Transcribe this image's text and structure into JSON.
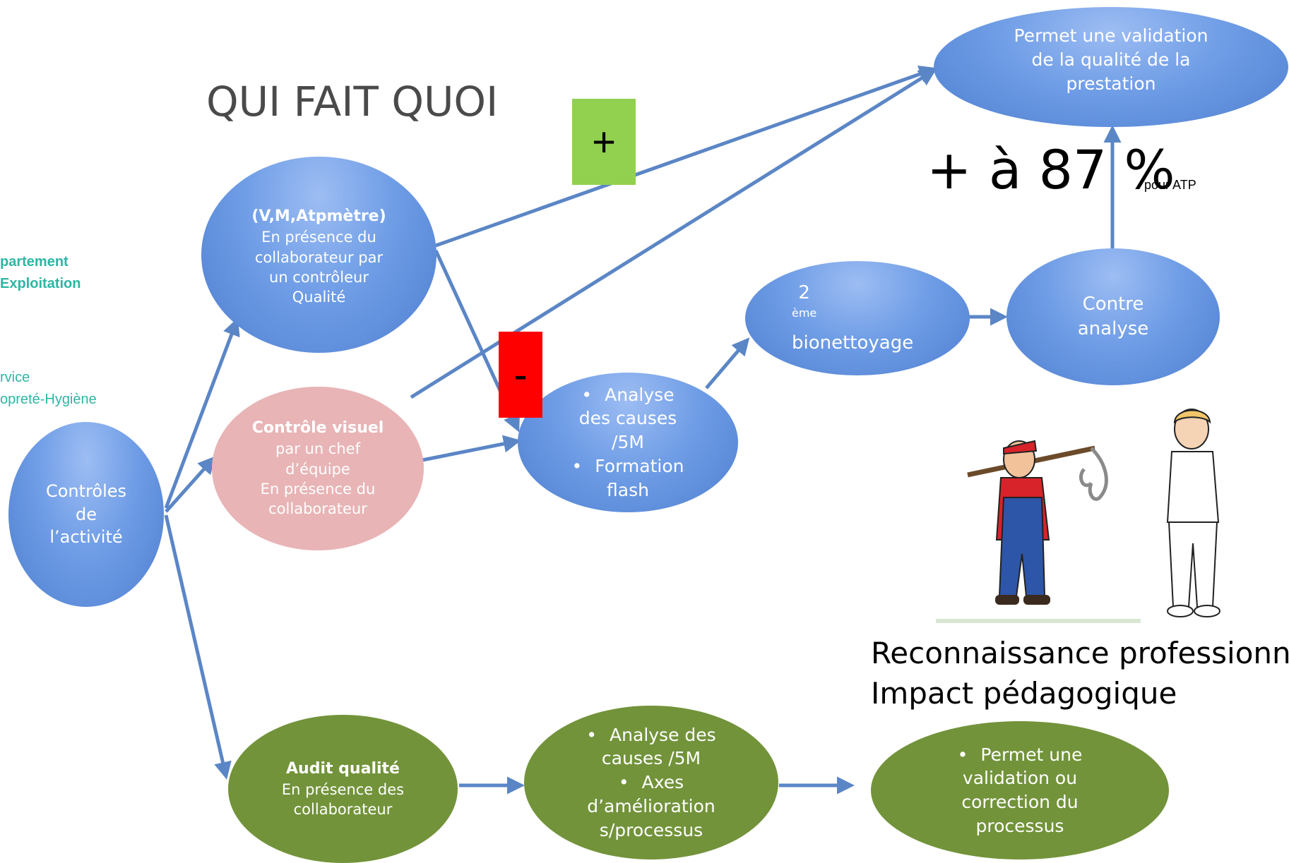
{
  "title": "QUI FAIT QUOI",
  "side_labels": {
    "departement": [
      "partement",
      "Exploitation"
    ],
    "service": [
      "rvice",
      "opreté-Hygiène"
    ]
  },
  "nodes": {
    "root": [
      "Contrôles",
      "de",
      "l’activité"
    ],
    "top_control": {
      "heading": "(V,M,Atpmètre)",
      "lines": [
        "En présence du",
        "collaborateur par",
        "un contrôleur",
        "Qualité"
      ]
    },
    "visual_control": {
      "heading": "Contrôle visuel",
      "lines": [
        "par un chef",
        "d’équipe",
        "En présence du",
        "collaborateur"
      ]
    },
    "causes_analysis": {
      "bullets": [
        [
          "Analyse",
          "des causes",
          "/5M"
        ],
        [
          "Formation",
          "flash"
        ]
      ]
    },
    "second_cleaning": {
      "exponent_base": "2",
      "exponent": "ème",
      "line": "bionettoyage"
    },
    "counter_analysis": [
      "Contre",
      "analyse"
    ],
    "validation": [
      "Permet une validation",
      "de la qualité de la",
      "prestation"
    ],
    "audit": {
      "heading": "Audit qualité",
      "lines": [
        "En présence des",
        "collaborateur"
      ]
    },
    "audit_analysis": {
      "bullets": [
        [
          "Analyse des",
          "causes /5M"
        ],
        [
          "Axes",
          "d’amélioration",
          "s/processus"
        ]
      ]
    },
    "audit_validation": {
      "bullets": [
        [
          "Permet une",
          "validation ou",
          "correction du",
          "processus"
        ]
      ]
    }
  },
  "badges": {
    "plus": "+",
    "minus": "-"
  },
  "stat": {
    "value": "+ à 87 %",
    "note": "pour ATP"
  },
  "recognition": [
    "Reconnaissance professionnel",
    "Impact pédagogique"
  ],
  "bullet_char": "•",
  "colors": {
    "blue": "#5b8ee0",
    "pink": "#e8b4b6",
    "green": "#72933a",
    "arrow": "#5b86c6",
    "plus_badge": "#92d050",
    "minus_badge": "#ff0000",
    "side_text": "#2db6a4"
  },
  "icons": [
    "cleaner-man-icon",
    "nurse-woman-icon"
  ]
}
